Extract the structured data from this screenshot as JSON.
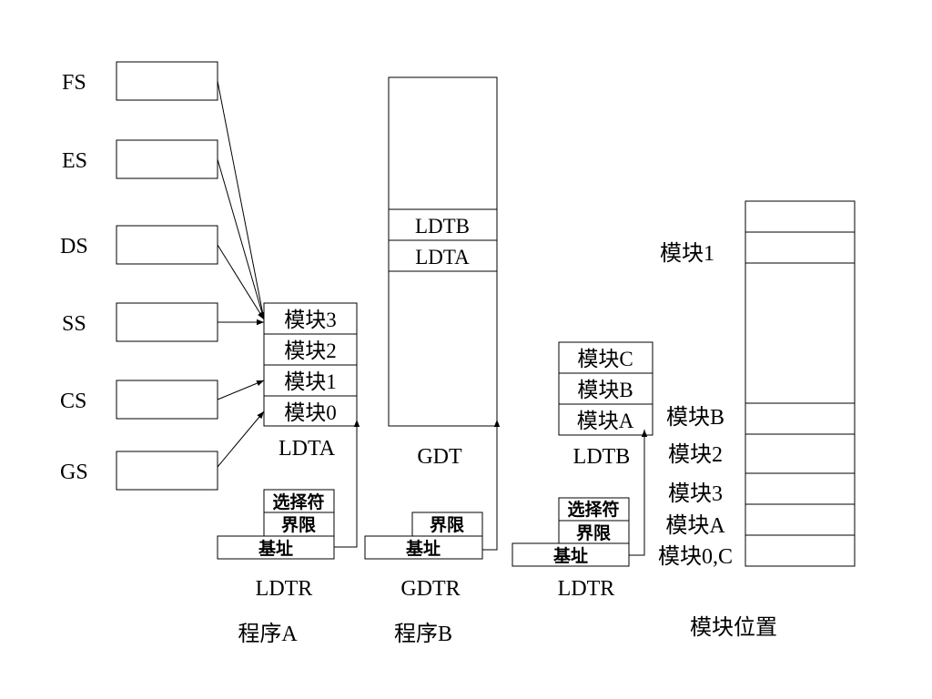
{
  "registers": [
    "FS",
    "ES",
    "DS",
    "SS",
    "CS",
    "GS"
  ],
  "ldta_cells": [
    "模块3",
    "模块2",
    "模块1",
    "模块0"
  ],
  "ldta_label": "LDTA",
  "gdt_entries": [
    "LDTB",
    "LDTA"
  ],
  "gdt_label": "GDT",
  "ldtb_cells": [
    "模块C",
    "模块B",
    "模块A"
  ],
  "ldtb_label": "LDTB",
  "ldtr_a_fields": [
    "选择符",
    "界限",
    "基址"
  ],
  "gdtr_fields": [
    "界限",
    "基址"
  ],
  "ldtr_b_fields": [
    "选择符",
    "界限",
    "基址"
  ],
  "register_labels": [
    "LDTR",
    "GDTR",
    "LDTR"
  ],
  "program_labels": [
    "程序A",
    "程序B"
  ],
  "memory_labels": [
    "模块1",
    "模块B",
    "模块2",
    "模块3",
    "模块A",
    "模块0,C"
  ],
  "memory_title": "模块位置"
}
